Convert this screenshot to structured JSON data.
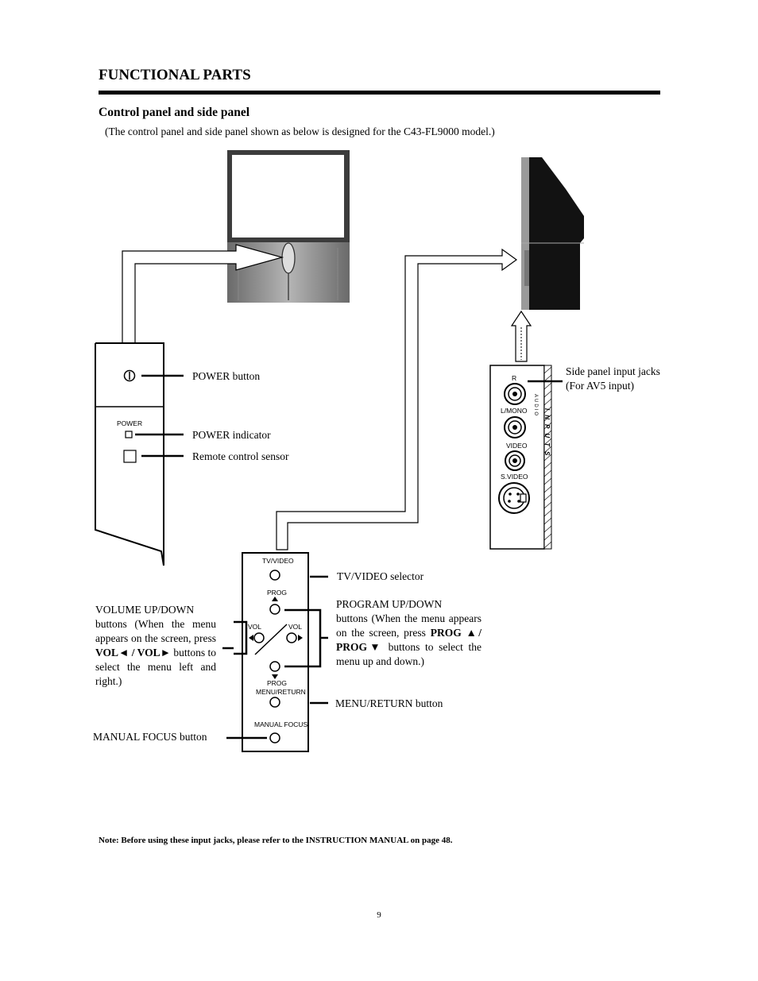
{
  "header": {
    "title": "FUNCTIONAL PARTS",
    "subtitle": "Control panel and side panel",
    "intro": "(The control panel and side panel shown as below is designed for the C43-FL9000 model.)"
  },
  "left_panel": {
    "power_button_label": "POWER button",
    "power_text": "POWER",
    "power_indicator_label": "POWER indicator",
    "remote_sensor_label": "Remote control sensor"
  },
  "side_panel": {
    "label_line1": "Side panel input jacks",
    "label_line2": "(For AV5 input)",
    "jack_r": "R",
    "jack_lmono": "L/MONO",
    "jack_video": "VIDEO",
    "jack_svideo": "S.VIDEO",
    "audio_vertical": "AUDIO",
    "inputs_vertical": "INPUTS"
  },
  "control_panel": {
    "tv_video_text": "TV/VIDEO",
    "prog_top_text": "PROG",
    "vol_left_text": "VOL",
    "vol_right_text": "VOL",
    "prog_bottom_text": "PROG",
    "menu_return_text": "MENU/RETURN",
    "manual_focus_text": "MANUAL FOCUS"
  },
  "callouts": {
    "tv_video_selector": "TV/VIDEO selector",
    "program_updown": {
      "line1": "PROGRAM UP/DOWN",
      "line2": "buttons (When the menu appears on the screen, press",
      "bold": "PROG ▲/ PROG▼",
      "line3": " buttons to select the menu up and down.)"
    },
    "volume_updown": {
      "line1": "VOLUME UP/DOWN",
      "line2": "buttons (When the menu appears on the screen, press",
      "bold": "VOL◄ / VOL►",
      "line3": " buttons to select the menu left and right.)"
    },
    "menu_return": "MENU/RETURN button",
    "manual_focus": "MANUAL FOCUS button"
  },
  "footer": {
    "note": "Note: Before using these input jacks, please refer to the INSTRUCTION MANUAL on page 48.",
    "page_number": "9"
  }
}
